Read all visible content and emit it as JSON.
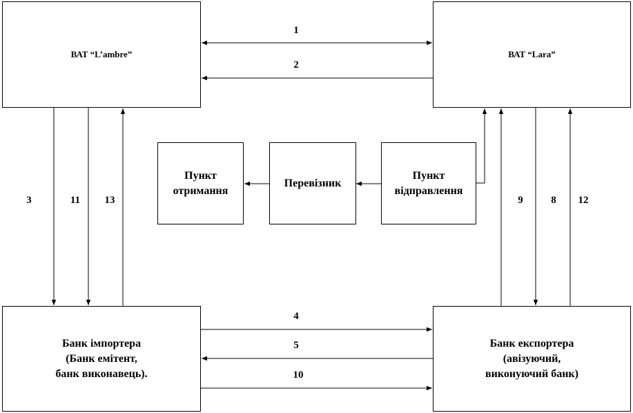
{
  "boxes": {
    "lambre": {
      "title": "ВАТ “L’ambre”"
    },
    "lara": {
      "title": "ВАТ “Lara”"
    },
    "receipt": {
      "line1": "Пункт",
      "line2": "отримання"
    },
    "carrier": {
      "title": "Перевізник"
    },
    "departure": {
      "line1": "Пункт",
      "line2": "відправлення"
    },
    "importer_bank": {
      "line1": "Банк імпортера",
      "line2": "(Банк емітент,",
      "line3": "банк виконавець)."
    },
    "exporter_bank": {
      "line1": "Банк експортера",
      "line2": "(авізуючий,",
      "line3": "виконуючий банк)"
    }
  },
  "arrow_labels": {
    "a1": "1",
    "a2": "2",
    "a3": "3",
    "a4": "4",
    "a5": "5",
    "a8": "8",
    "a9": "9",
    "a10": "10",
    "a11": "11",
    "a12": "12",
    "a13": "13"
  }
}
